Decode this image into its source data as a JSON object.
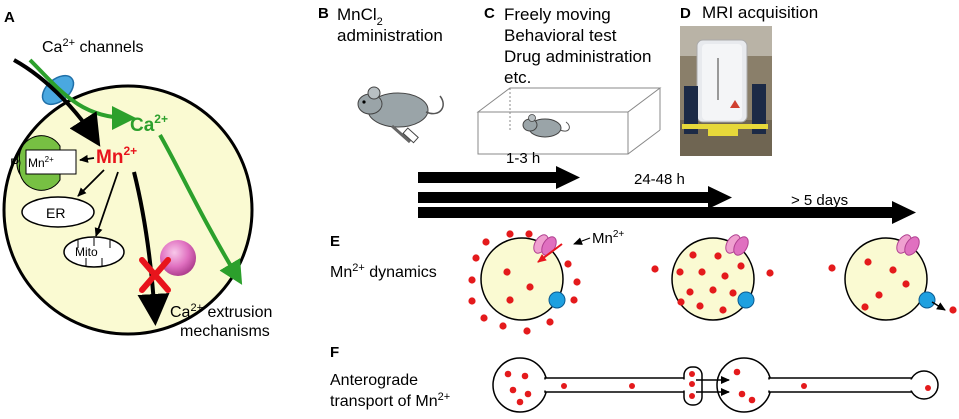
{
  "panels": {
    "A": "A",
    "B": "B",
    "C": "C",
    "D": "D",
    "E": "E",
    "F": "F"
  },
  "panel_a": {
    "ca_channels_base": "Ca",
    "ca_channels_sup": "2+",
    "ca_channels_rest": " channels",
    "ca_ion_base": "Ca",
    "ca_ion_sup": "2+",
    "mn_ion_base": "Mn",
    "mn_ion_sup": "2+",
    "p_label": "P",
    "mn_small_base": "Mn",
    "mn_small_sup": "2+",
    "er_label": "ER",
    "mito_label": "Mito",
    "extrusion_base": "Ca",
    "extrusion_sup": "2+",
    "extrusion_rest": " extrusion",
    "extrusion_line2": "mechanisms"
  },
  "panel_b": {
    "line1_base": "MnCl",
    "line1_sub": "2",
    "line2": "administration"
  },
  "panel_c": {
    "line1": "Freely moving",
    "line2": "Behavioral test",
    "line3": "Drug administration",
    "line4": "etc."
  },
  "panel_d": {
    "title": "MRI acquisition"
  },
  "timeline": {
    "arrow1": "1-3 h",
    "arrow2": "24-48 h",
    "arrow3": "> 5 days"
  },
  "panel_e": {
    "title_base": "Mn",
    "title_sup": "2+",
    "title_rest": " dynamics",
    "ion_base": "Mn",
    "ion_sup": "2+"
  },
  "panel_f": {
    "line1": "Anterograde",
    "line2_base": "transport of Mn",
    "line2_sup": "2+"
  },
  "colors": {
    "cell_fill": "#fafad2",
    "ca_green": "#2ca02c",
    "mn_red": "#e8141c",
    "channel_blue": "#4aa8e0",
    "pump_pink": "#e080c0",
    "dot_red": "#e41a1c"
  }
}
